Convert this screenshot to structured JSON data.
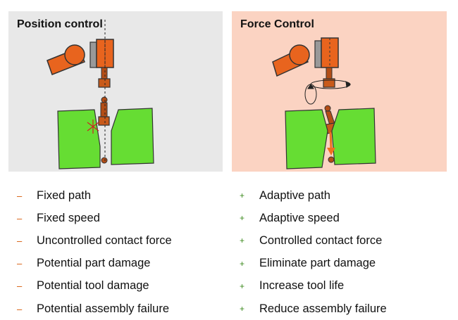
{
  "colors": {
    "robot_orange": "#e8641e",
    "part_green": "#66dd33",
    "minus_bullet": "#d45500",
    "plus_bullet": "#3c8a1e",
    "left_panel_bg": "#e8e8e8",
    "right_panel_bg": "#fbd3c2"
  },
  "left_panel": {
    "title": "Position control",
    "bullet_symbol": "–",
    "items": [
      "Fixed path",
      "Fixed speed",
      "Uncontrolled contact force",
      "Potential part damage",
      "Potential tool damage",
      "Potential assembly failure"
    ]
  },
  "right_panel": {
    "title": "Force Control",
    "bullet_symbol": "+",
    "items": [
      "Adaptive path",
      "Adaptive speed",
      "Controlled contact force",
      "Eliminate part damage",
      "Increase tool life",
      "Reduce assembly failure"
    ]
  }
}
